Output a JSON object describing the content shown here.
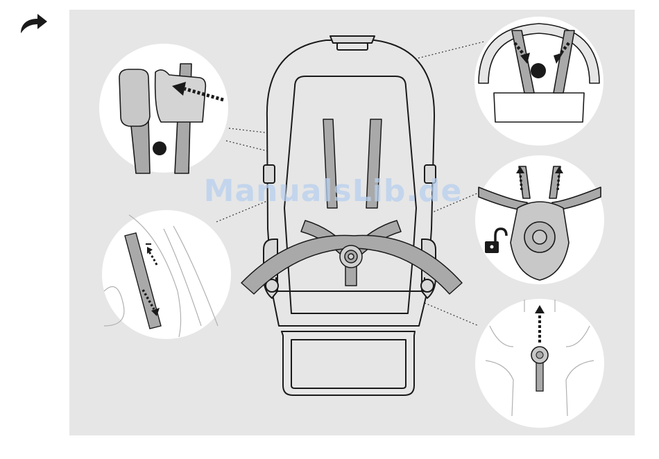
{
  "page": {
    "step_icon": "curved-arrow-right-icon"
  },
  "watermark": {
    "text": "ManualsLib.de"
  },
  "details": [
    {
      "id": "harness-shoulder-pad",
      "icons": [
        "dashed-arrow-left-icon",
        "black-dot-icon"
      ]
    },
    {
      "id": "harness-strap-adjust",
      "icons": [
        "dashed-arrow-up-icon",
        "dashed-arrow-down-icon"
      ]
    },
    {
      "id": "harness-top-routing",
      "icons": [
        "dashed-arrow-down-icon",
        "black-dot-icon"
      ]
    },
    {
      "id": "buckle-release",
      "icons": [
        "dashed-arrow-up-icon",
        "unlock-icon"
      ]
    },
    {
      "id": "crotch-strap",
      "icons": [
        "dashed-arrow-up-icon"
      ]
    }
  ],
  "colors": {
    "panel": "#e6e6e6",
    "line": "#222222",
    "strap": "#a9a9a9",
    "circle": "#ffffff"
  }
}
